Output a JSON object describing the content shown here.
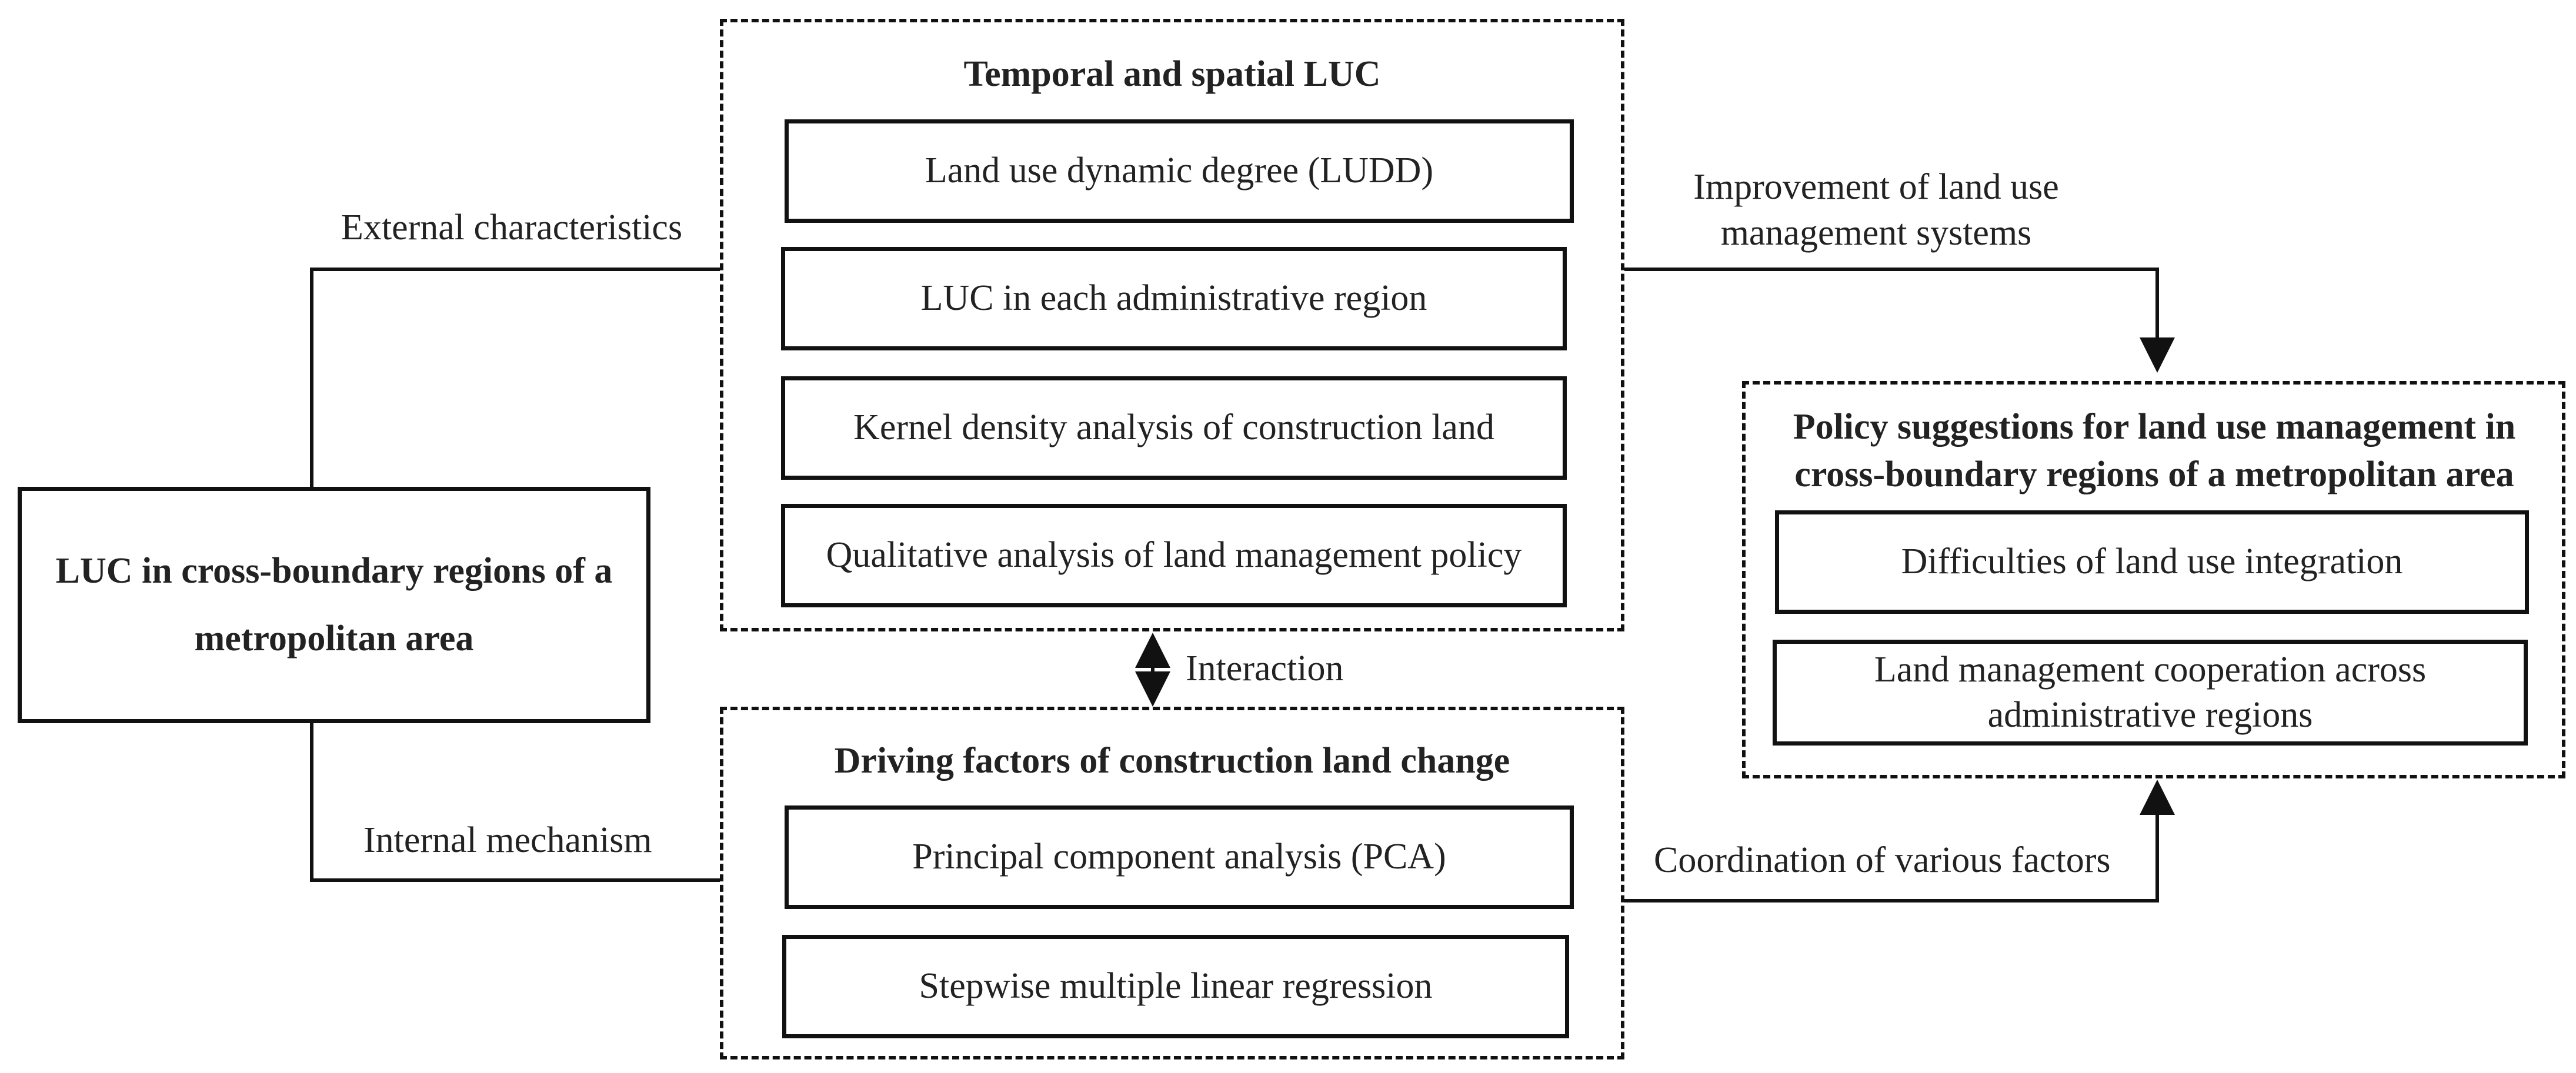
{
  "main_box": {
    "label": "LUC in cross-boundary regions of a metropolitan area"
  },
  "temporal_group": {
    "title": "Temporal and spatial LUC",
    "items": [
      "Land use dynamic degree (LUDD)",
      "LUC in each administrative region",
      "Kernel density analysis of construction land",
      "Qualitative analysis of land management policy"
    ]
  },
  "driving_group": {
    "title": "Driving factors of construction land change",
    "items": [
      "Principal component analysis (PCA)",
      "Stepwise multiple linear regression"
    ]
  },
  "policy_group": {
    "title": "Policy suggestions for land use management in cross-boundary regions of a metropolitan area",
    "items": [
      "Difficulties of land use integration",
      "Land management cooperation across administrative regions"
    ]
  },
  "edge_labels": {
    "external": "External characteristics",
    "internal": "Internal mechanism",
    "interaction": "Interaction",
    "improvement": "Improvement of land use management systems",
    "coordination": "Coordination of various factors"
  }
}
